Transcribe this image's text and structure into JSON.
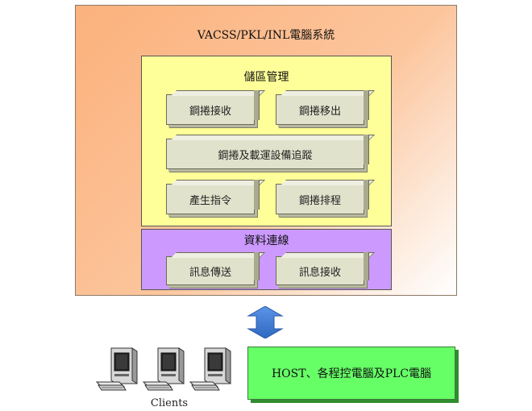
{
  "diagram": {
    "system_title": "VACSS/PKL/INL電腦系統",
    "storage": {
      "title": "儲區管理",
      "modules": [
        {
          "label": "鋼捲接收"
        },
        {
          "label": "鋼捲移出"
        },
        {
          "label": "鋼捲及載運設備追蹤"
        },
        {
          "label": "產生指令"
        },
        {
          "label": "鋼捲排程"
        }
      ]
    },
    "link": {
      "title": "資料連線",
      "modules": [
        {
          "label": "訊息傳送"
        },
        {
          "label": "訊息接收"
        }
      ]
    },
    "host_label": "HOST、各程控電腦及PLC電腦",
    "clients_label": "Clients",
    "arrow_color": "#3a7bd5"
  }
}
